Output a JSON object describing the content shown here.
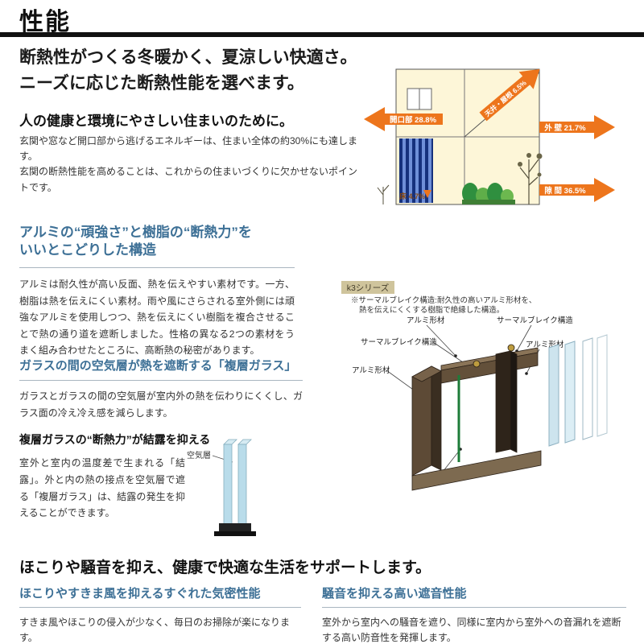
{
  "colors": {
    "heading_accent": "#3d7096",
    "arrow_orange": "#ed751c",
    "title_bar": "#111111",
    "house_background": "#fdf6d8"
  },
  "header": {
    "title": "性能"
  },
  "intro": {
    "lead1": "断熱性がつくる冬暖かく、夏涼しい快適さ。",
    "lead2": "ニーズに応じた断熱性能を選べます。",
    "heading": "人の健康と環境にやさしい住まいのために。",
    "body1": "玄関や窓など開口部から逃げるエネルギーは、住まい全体の約30%にも達します。",
    "body2": "玄関の断熱性能を高めることは、これからの住まいづくりに欠かせないポイントです。"
  },
  "heat_loss": {
    "openings": "開口部 28.8%",
    "roof": "天井・屋根 6.5%",
    "wall": "外 壁 21.7%",
    "gap": "隙 間 36.5%",
    "floor": "床 4.7%"
  },
  "alumi": {
    "heading_line1": "アルミの“頑強さ”と樹脂の“断熱力”を",
    "heading_line2": "いいとこどりした構造",
    "body": "アルミは耐久性が高い反面、熱を伝えやすい素材です。一方、樹脂は熱を伝えにくい素材。雨や風にさらされる室外側には頑強なアルミを使用しつつ、熱を伝えにくい樹脂を複合させることで熱の通り道を遮断しました。性格の異なる2つの素材をうまく組み合わせたところに、高断熱の秘密があります。"
  },
  "k3": {
    "tag": "k3シリーズ",
    "note1": "※サーマルブレイク構造:耐久性の高いアルミ形材を、",
    "note2": "熱を伝えにくくする樹脂で絶縁した構造。",
    "label_alumi": "アルミ形材",
    "label_thermal": "サーマルブレイク構造"
  },
  "glass": {
    "heading": "ガラスの間の空気層が熱を遮断する「複層ガラス」",
    "body": "ガラスとガラスの間の空気層が室内外の熱を伝わりにくくし、ガラス面の冷え冷え感を減らします。",
    "subheading": "複層ガラスの“断熱力”が結露を抑える",
    "body2": "室外と室内の温度差で生まれる「結露」。外と内の熱の接点を空気層で遮る「複層ガラス」は、結露の発生を抑えることができます。",
    "air_layer": "空気層"
  },
  "support": {
    "heading": "ほこりや騒音を抑え、健康で快適な生活をサポートします。",
    "left_heading": "ほこりやすきま風を抑えるすぐれた気密性能",
    "left_body": "すきま風やほこりの侵入が少なく、毎日のお掃除が楽になります。",
    "right_heading": "騒音を抑える高い遮音性能",
    "right_body": "室外から室内への騒音を遮り、同様に室内から室外への音漏れを遮断する高い防音性を発揮します。"
  }
}
